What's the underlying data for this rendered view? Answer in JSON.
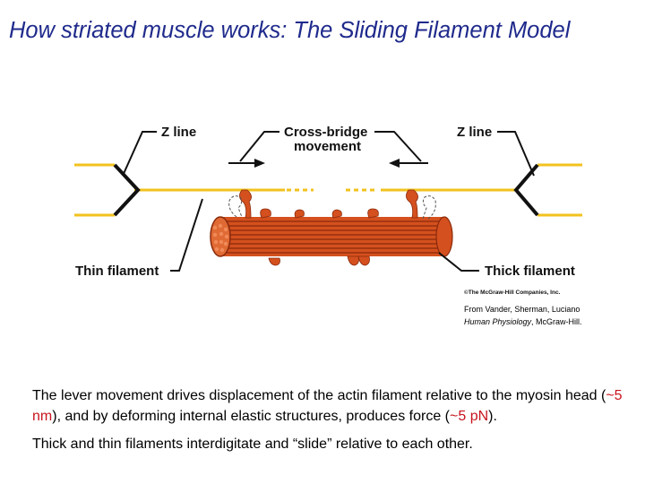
{
  "title": "How striated muscle works:  The Sliding Filament Model",
  "diagram": {
    "labels": {
      "z_line_left": "Z line",
      "z_line_right": "Z line",
      "cross_bridge_1": "Cross-bridge",
      "cross_bridge_2": "movement",
      "thin_filament": "Thin filament",
      "thick_filament": "Thick filament"
    },
    "copyright": "©The McGraw-Hill Companies, Inc.",
    "colors": {
      "thin_filament": "#f2c21e",
      "thick_filament": "#d4501e",
      "thick_dark": "#8a2a0c",
      "arrow": "#000000"
    }
  },
  "credit": {
    "line1": "From Vander, Sherman, Luciano",
    "book": "Human Physiology",
    "publisher": ", McGraw-Hill."
  },
  "text": {
    "p1_a": "The lever movement drives displacement of the actin filament relative to the myosin head (",
    "p1_b": "~5 nm",
    "p1_c": "), and by deforming internal elastic structures, produces force (",
    "p1_d": "~5 pN",
    "p1_e": ").",
    "p2": "Thick and thin filaments interdigitate and “slide” relative to each other."
  }
}
